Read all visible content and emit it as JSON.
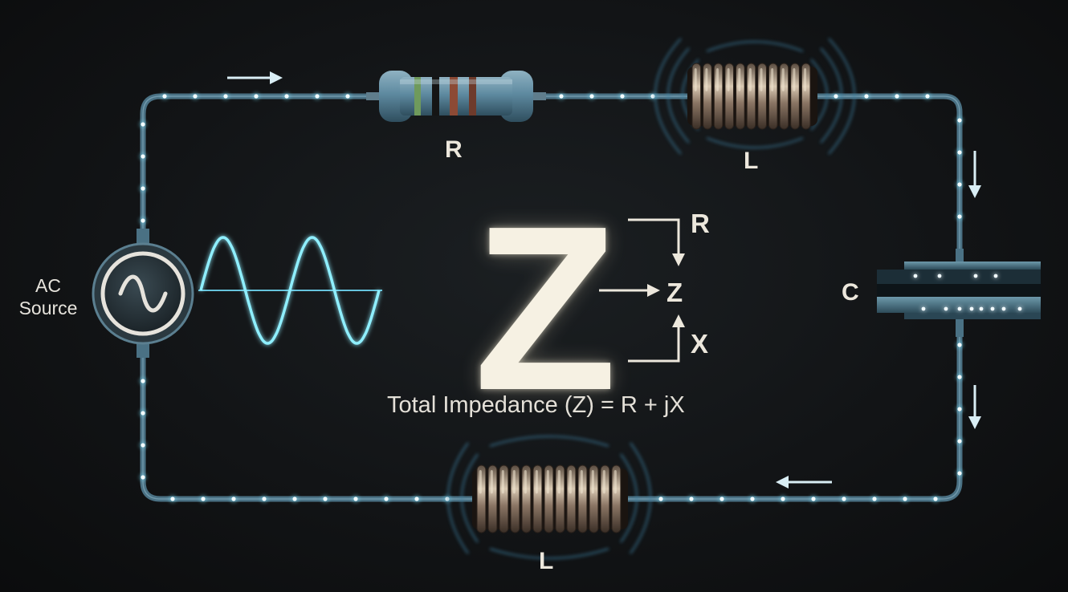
{
  "colors": {
    "wire": "#4a7184",
    "glow": "#7fe8ff",
    "text": "#ece7dc",
    "coil": "#9a8a78"
  },
  "source": {
    "label": "AC Source",
    "icon": "sine-wave-icon"
  },
  "components": {
    "resistor_top": "R",
    "inductor_top": "L",
    "capacitor_right": "C",
    "inductor_bottom": "L"
  },
  "impedance": {
    "symbol": "Z",
    "components": {
      "resistance": "R",
      "total": "Z",
      "reactance": "X"
    },
    "formula": "Total Impedance (Z) = R + jX"
  }
}
